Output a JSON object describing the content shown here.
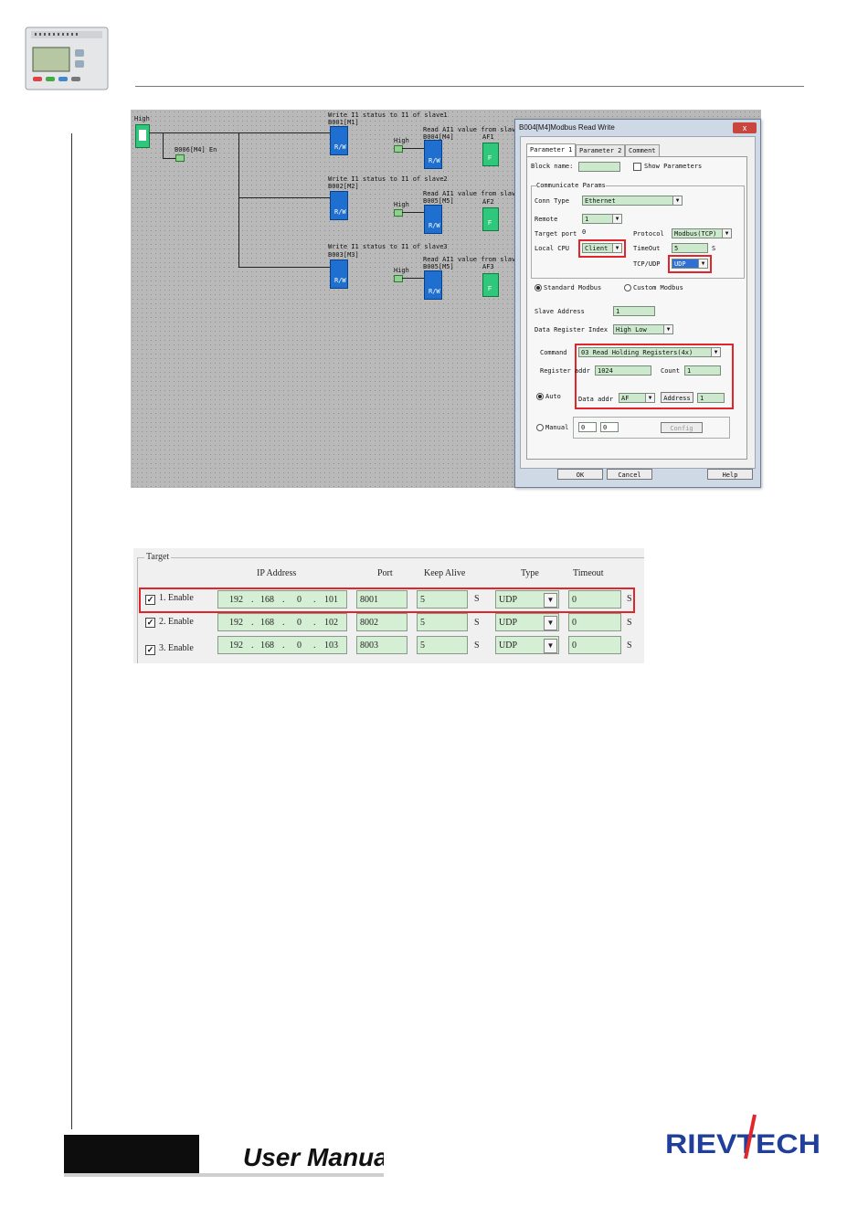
{
  "palette": {
    "accent_red": "#e0262b",
    "logo_blue": "#1f3f9a",
    "block_blue": "#1f6fd0",
    "field_green": "#cde9cd"
  },
  "canvas": {
    "high_label": "High",
    "coil_label": "B006[M4] En",
    "net1_caption": "Write I1 status to I1 of slave1",
    "net1_block": "B001[M1]",
    "net2_caption": "Write I1 status to I1 of slave2",
    "net2_block": "B002[M2]",
    "net3_caption": "Write I1 status to I1 of slave3",
    "net3_block": "B003[M3]",
    "read1_caption": "Read AI1 value from slav",
    "read1_block": "B004[M4]",
    "read2_caption": "Read AI1 value from slav",
    "read2_block": "B005[M5]",
    "read3_caption": "Read AI1 value from slav",
    "read3_block": "B005[M5]",
    "high1": "High",
    "high2": "High",
    "high3": "High",
    "af1": "AF1",
    "af2": "AF2",
    "af3": "AF3",
    "block_letters": "R/W",
    "af_letter": "F"
  },
  "dialog": {
    "title": "B004[M4]Modbus Read Write",
    "close": "x",
    "tabs": [
      "Parameter 1",
      "Parameter 2",
      "Comment"
    ],
    "block_name_label": "Block name:",
    "show_params_label": "Show Parameters",
    "group_title": "Communicate Params",
    "conn_type_label": "Conn Type",
    "conn_type_value": "Ethernet",
    "remote_label": "Remote",
    "remote_value": "1",
    "target_port_label": "Target port",
    "target_port_value": "0",
    "protocol_label": "Protocol",
    "protocol_value": "Modbus(TCP)",
    "local_cpu_label": "Local CPU",
    "local_cpu_value": "Client",
    "timeout_label": "TimeOut",
    "timeout_value": "5",
    "timeout_unit": "S",
    "tcpudp_label": "TCP/UDP",
    "tcpudp_value": "UDP",
    "standard_modbus": "Standard Modbus",
    "custom_modbus": "Custom Modbus",
    "slave_address_label": "Slave Address",
    "slave_address_value": "1",
    "data_register_index_label": "Data Register Index",
    "data_register_index_value": "High Low",
    "command_label": "Command",
    "command_value": "03 Read Holding Registers(4x)",
    "register_addr_label": "Register addr",
    "register_addr_value": "1024",
    "count_label": "Count",
    "count_value": "1",
    "auto_label": "Auto",
    "data_addr_label": "Data addr",
    "data_addr_value": "AF",
    "address_button": "Address",
    "address_value": "1",
    "manual_label": "Manual",
    "manual_value1": "0",
    "manual_value2": "0",
    "config_button": "Config",
    "ok_button": "OK",
    "cancel_button": "Cancel",
    "help_button": "Help"
  },
  "target": {
    "legend": "Target",
    "headers": {
      "ip": "IP Address",
      "port": "Port",
      "keep_alive": "Keep Alive",
      "type": "Type",
      "timeout": "Timeout"
    },
    "unit": "S",
    "rows": [
      {
        "check": "✓",
        "label": "1. Enable",
        "ip1": "192",
        "ip2": "168",
        "ip3": "0",
        "ip4": "101",
        "port": "8001",
        "keep": "5",
        "type": "UDP",
        "timeout": "0"
      },
      {
        "check": "✓",
        "label": "2. Enable",
        "ip1": "192",
        "ip2": "168",
        "ip3": "0",
        "ip4": "102",
        "port": "8002",
        "keep": "5",
        "type": "UDP",
        "timeout": "0"
      },
      {
        "check": "✓",
        "label": "3. Enable",
        "ip1": "192",
        "ip2": "168",
        "ip3": "0",
        "ip4": "103",
        "port": "8003",
        "keep": "5",
        "type": "UDP",
        "timeout": "0"
      }
    ]
  },
  "footer": {
    "manual_title": "User Manual",
    "brand": "RIEVTECH"
  }
}
